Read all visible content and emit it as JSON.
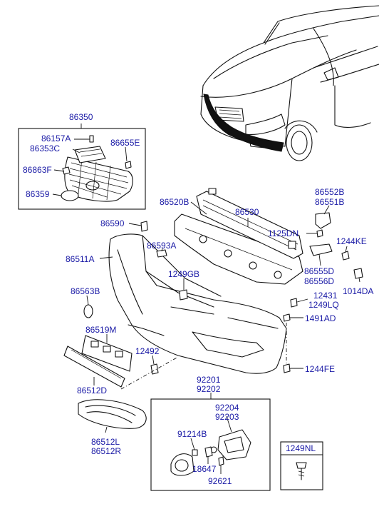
{
  "labels": {
    "l86350": "86350",
    "l86157A": "86157A",
    "l86353C": "86353C",
    "l86655E": "86655E",
    "l86863F": "86863F",
    "l86359": "86359",
    "l86520B": "86520B",
    "l86530": "86530",
    "l86552B": "86552B",
    "l86551B": "86551B",
    "l1125DN": "1125DN",
    "l1244KE": "1244KE",
    "l86590": "86590",
    "l86593A": "86593A",
    "l86511A": "86511A",
    "l1249GB": "1249GB",
    "l86555D": "86555D",
    "l86556D": "86556D",
    "l1014DA": "1014DA",
    "l86563B": "86563B",
    "l12431": "12431",
    "l1249LQ": "1249LQ",
    "l1491AD": "1491AD",
    "l86519M": "86519M",
    "l12492": "12492",
    "l1244FE": "1244FE",
    "l86512D": "86512D",
    "l92201": "92201",
    "l92202": "92202",
    "l92204": "92204",
    "l92203": "92203",
    "l86512L": "86512L",
    "l86512R": "86512R",
    "l91214B": "91214B",
    "l1249NL": "1249NL",
    "l18647": "18647",
    "l92621": "92621"
  }
}
